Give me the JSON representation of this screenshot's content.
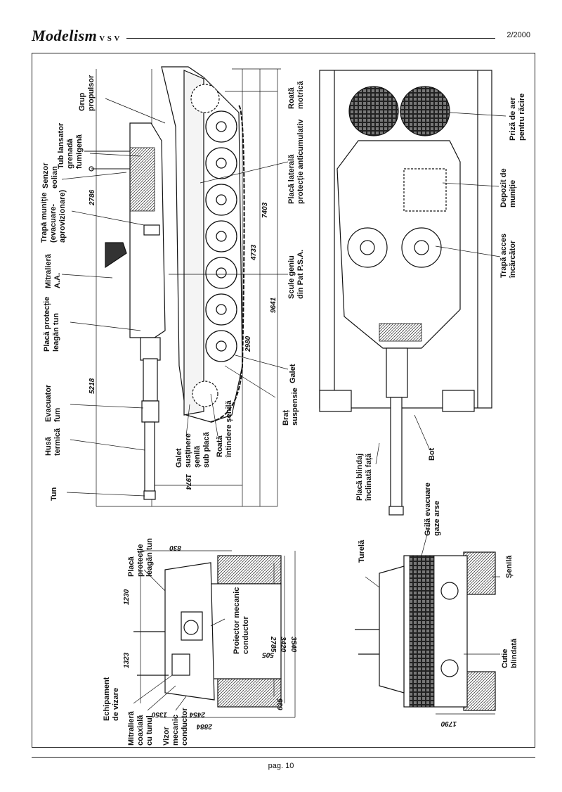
{
  "header": {
    "logo": "Modelism",
    "logo_mark": "V S V",
    "issue": "2/2000"
  },
  "footer": {
    "page": "pag. 10"
  },
  "side_view": {
    "labels": {
      "grup_propulsor": [
        "Grup",
        "propulsor"
      ],
      "tub_lansator": [
        "Tub lansator",
        "grenadă",
        "fumigenă"
      ],
      "senzor_eolian": [
        "Senzor",
        "eolian"
      ],
      "trapa_munitie": [
        "Trapă muniție",
        "(evacuare-",
        "aprovizionare)"
      ],
      "mitraliera_aa": [
        "Mitralieră",
        "A.A."
      ],
      "placa_protectie": [
        "Placă protecție",
        "leagăn tun"
      ],
      "evacuator_fum": [
        "Evacuator",
        "fum"
      ],
      "husa_termica": [
        "Husă",
        "termică"
      ],
      "tun": [
        "Tun"
      ],
      "galet_sustinere": [
        "Galet",
        "susținere",
        "șenilă",
        "sub placă"
      ],
      "roata_intindere": [
        "Roată",
        "întindere șenilă"
      ],
      "brat_suspensie": [
        "Braț",
        "suspensie"
      ],
      "galet": [
        "Galet"
      ],
      "scule_geniu": [
        "Scule geniu",
        "din Pat P.S.A."
      ],
      "placa_laterala": [
        "Placă laterală",
        "protecție anticumulativ"
      ],
      "roata_motrica": [
        "Roată",
        "motrică"
      ]
    },
    "dimensions": [
      "2786",
      "7403",
      "4733",
      "9641",
      "2980",
      "5218",
      "1974"
    ]
  },
  "top_view": {
    "labels": {
      "priza_aer": [
        "Priză de aer",
        "pentru răcire"
      ],
      "depozit_munitie": [
        "Depozit de",
        "muniție"
      ],
      "trapa_incarcator": [
        "Trapă acces",
        "încărcător"
      ],
      "bot": [
        "Bot"
      ],
      "placa_blindaj": [
        "Placă blindaj",
        "înclinată față"
      ]
    }
  },
  "front_view": {
    "labels": {
      "placa_protectie": [
        "Placă",
        "protecție",
        "leagăn tun"
      ],
      "echipament_vizare": [
        "Echipament",
        "de vizare"
      ],
      "mitraliera_coaxiala": [
        "Mitralieră",
        "coaxială",
        "cu tunul"
      ],
      "vizor": [
        "Vizor",
        "mecanic",
        "conductor"
      ],
      "proiector": [
        "Proiector mecanic",
        "conductor"
      ]
    },
    "dimensions": [
      "830",
      "1230",
      "1323",
      "1350",
      "2454",
      "2884",
      "505",
      "635",
      "2785",
      "3420",
      "3540"
    ]
  },
  "rear_view": {
    "labels": {
      "turela": [
        "Turelă"
      ],
      "grila": [
        "Grilă evacuare",
        "gaze arse"
      ],
      "senila": [
        "Șenilă"
      ],
      "cutie_blindata": [
        "Cutie",
        "blindată"
      ]
    },
    "dimensions": [
      "1790"
    ]
  },
  "colors": {
    "ink": "#111111",
    "paper": "#ffffff",
    "hatch": "#444444"
  }
}
